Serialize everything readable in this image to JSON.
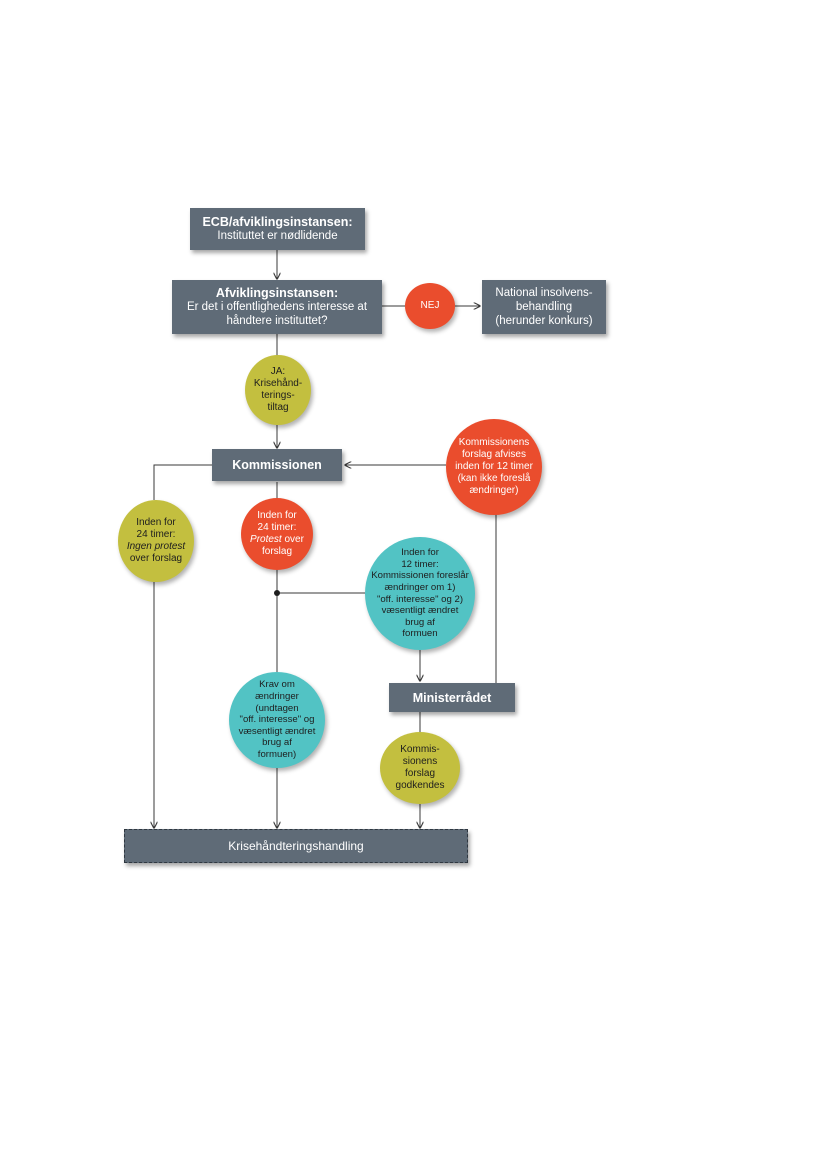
{
  "boxes": {
    "ecb": {
      "title": "ECB/afviklingsinstansen:",
      "line1": "Instituttet er nødlidende"
    },
    "afvikling": {
      "title": "Afviklingsinstansen:",
      "line1": "Er det i offentlighedens interesse at",
      "line2": "håndtere instituttet?"
    },
    "national": {
      "line1": "National insolvens-",
      "line2": "behandling",
      "line3": "(herunder konkurs)"
    },
    "kommissionen": {
      "title": "Kommissionen"
    },
    "ministerraadet": {
      "title": "Ministerrådet"
    },
    "krisehandtering": {
      "label": "Krisehåndteringshandling"
    }
  },
  "circles": {
    "nej": {
      "label": "NEJ"
    },
    "ja": {
      "l1": "JA:",
      "l2": "Krisehånd-",
      "l3": "terings-",
      "l4": "tiltag"
    },
    "afvises": {
      "l1": "Kommissionens",
      "l2": "forslag afvises",
      "l3": "inden for 12 timer",
      "l4": "(kan ikke foreslå",
      "l5": "ændringer)"
    },
    "ingen_protest": {
      "l1": "Inden for",
      "l2": "24 timer:",
      "l3": "Ingen protest",
      "l4": "over forslag"
    },
    "protest": {
      "l1": "Inden for",
      "l2": "24 timer:",
      "l3a": "Protest",
      "l3b": " over",
      "l4": "forslag"
    },
    "aendringer12": {
      "l1": "Inden for",
      "l2": "12 timer:",
      "l3": "Kommissionen foreslår",
      "l4": "ændringer om 1)",
      "l5": "\"off. interesse\" og 2)",
      "l6": "væsentligt ændret",
      "l7": "brug af",
      "l8": "formuen"
    },
    "krav": {
      "l1": "Krav om",
      "l2": "ændringer",
      "l3": "(undtagen",
      "l4": "\"off. interesse\" og",
      "l5": "væsentligt ændret",
      "l6": "brug af",
      "l7": "formuen)"
    },
    "godkendes": {
      "l1": "Kommis-",
      "l2": "sionens",
      "l3": "forslag",
      "l4": "godkendes"
    }
  },
  "colors": {
    "box": "#5f6b77",
    "yellow": "#c3bf3f",
    "red": "#ea4d2d",
    "teal": "#52c3c4",
    "line": "#3a3a3a"
  }
}
